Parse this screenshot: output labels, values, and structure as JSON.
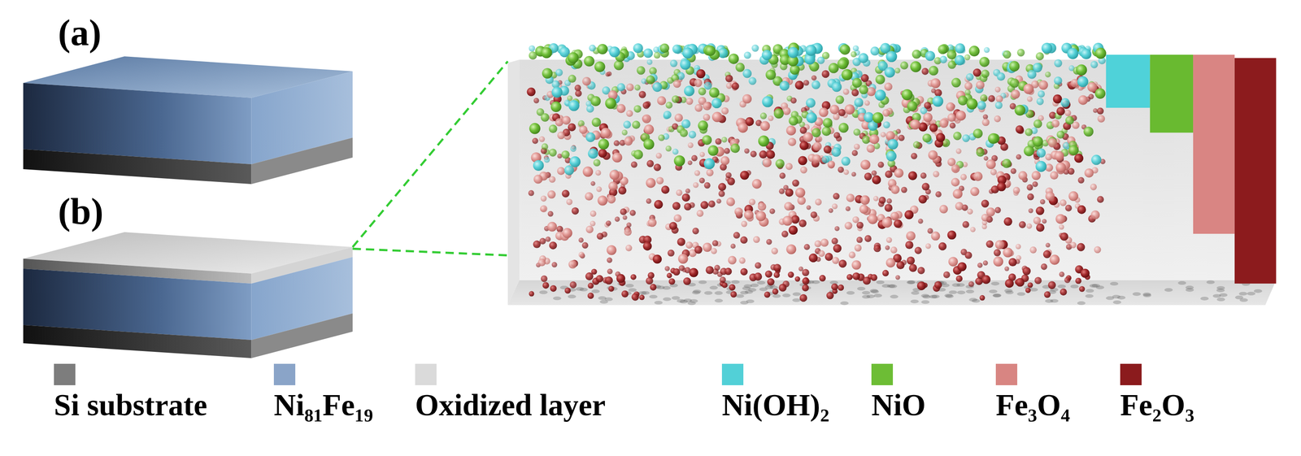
{
  "diagram": {
    "labels": [
      "(a)",
      "(b)"
    ],
    "legend": [
      {
        "text": "Si substrate",
        "color": "#7d7d7d"
      },
      {
        "text": "Ni₈₁Fe₁₉",
        "color": "#8aa4c8"
      },
      {
        "text": "Oxidized layer",
        "color": "#dadada"
      },
      {
        "text": "Ni(OH)₂",
        "color": "#52d0d7"
      },
      {
        "text": "NiO",
        "color": "#6dbd35"
      },
      {
        "text": "Fe₃O₄",
        "color": "#d88582"
      },
      {
        "text": "Fe₂O₃",
        "color": "#8b1b1d"
      }
    ]
  }
}
